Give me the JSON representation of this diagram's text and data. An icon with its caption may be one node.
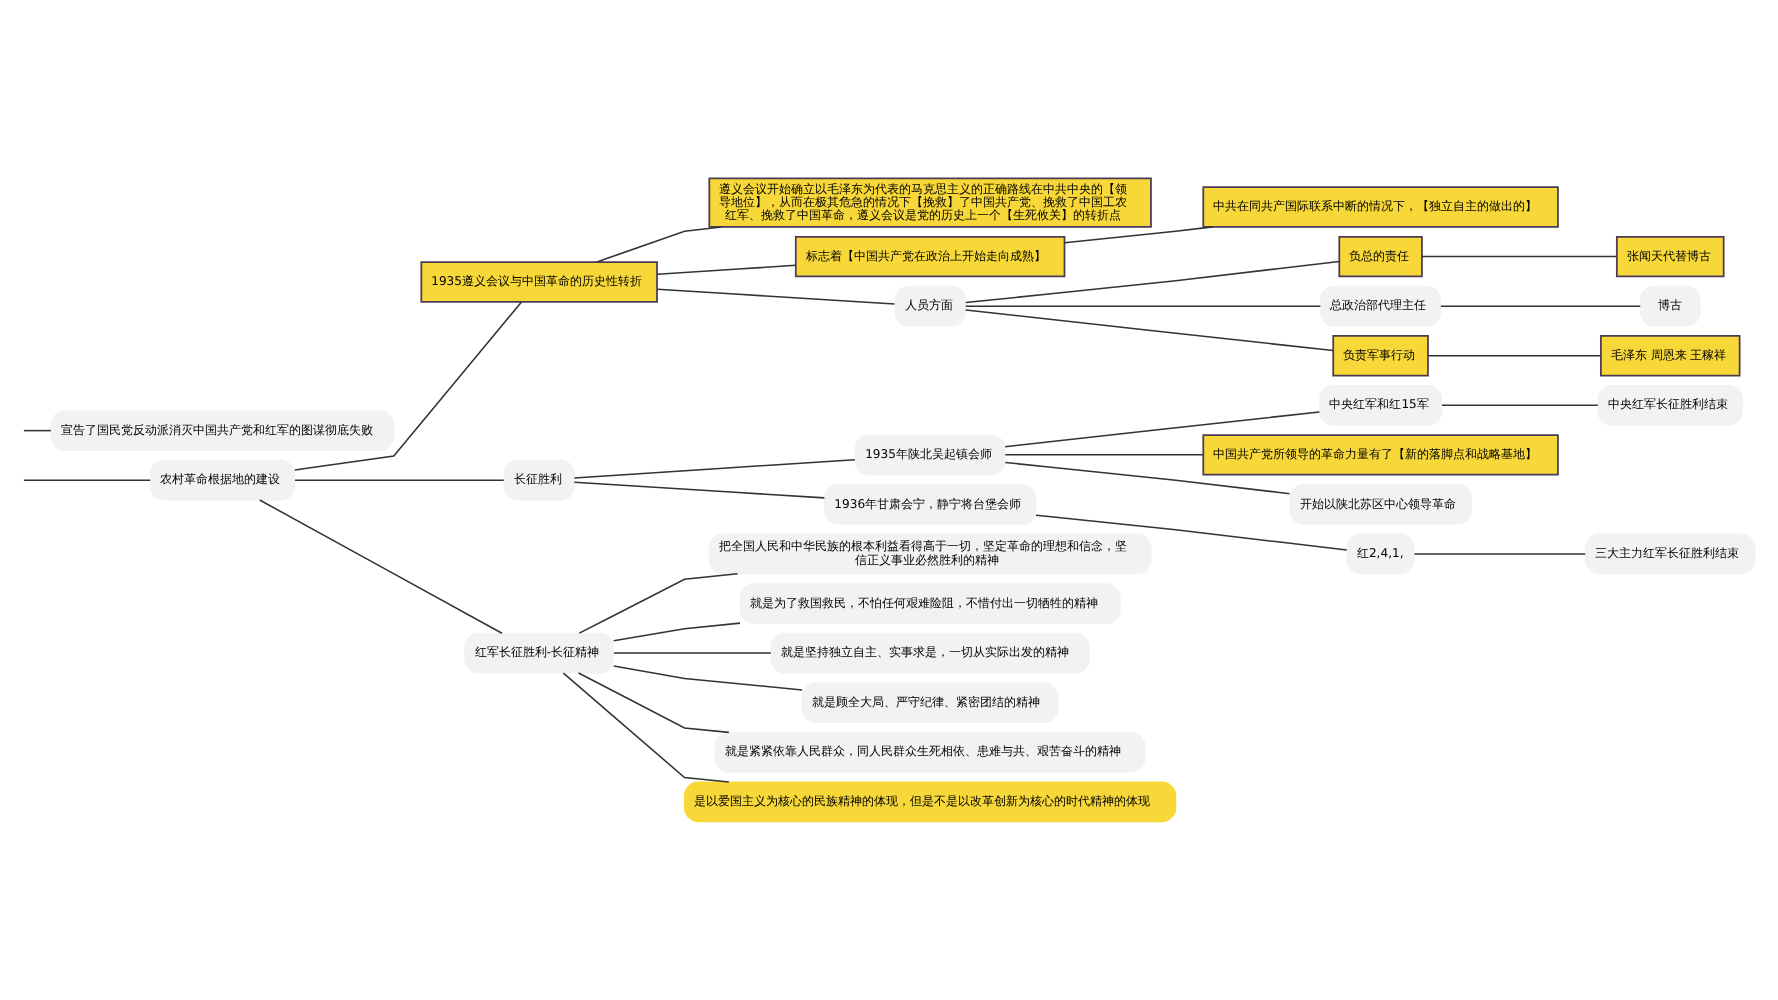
{
  "diagram": {
    "nodes": [
      {
        "text": [
          "农村革命根据地的建设"
        ]
      },
      {
        "text": [
          "1935遵义会议与中国革命的历史性转折"
        ]
      },
      {
        "text": [
          "遵义会议开始确立以毛泽东为代表的马克思主义的正确路线在中共中央的【领导地位】，从而在极其危急的情况下【挽救】了中国共产党、挽救了中国工农红军、挽救了中国革命，遵义会议是党的历史上一个【生死攸关】的转折点"
        ]
      },
      {
        "text": [
          "标志着【中国共产党在政治上开始走向成熟】"
        ]
      },
      {
        "text": [
          "中共在同共产国际联系中断的情况下，【独立自主的做出的】"
        ]
      },
      {
        "text": [
          "人员方面"
        ]
      },
      {
        "text": [
          "负总的责任"
        ]
      },
      {
        "text": [
          "张闻天代替博古"
        ]
      },
      {
        "text": [
          "总政治部代理主任"
        ]
      },
      {
        "text": [
          "博古"
        ]
      },
      {
        "text": [
          "负责军事行动"
        ]
      },
      {
        "text": [
          "毛泽东 周恩来 王稼祥"
        ]
      },
      {
        "text": [
          "长征胜利"
        ]
      },
      {
        "text": [
          "1935年陕北吴起镇会师"
        ]
      },
      {
        "text": [
          "中央红军和红15军"
        ]
      },
      {
        "text": [
          "中央红军长征胜利结束"
        ]
      },
      {
        "text": [
          "中国共产党所领导的革命力量有了【新的落脚点和战略基地】"
        ]
      },
      {
        "text": [
          "开始以陕北苏区中心领导革命"
        ]
      },
      {
        "text": [
          "1936年甘肃会宁，静宁将台堡会师"
        ]
      },
      {
        "text": [
          "红2,4,1,"
        ]
      },
      {
        "text": [
          "三大主力红军长征胜利结束"
        ]
      },
      {
        "text": [
          "红军长征胜利-长征精神"
        ]
      },
      {
        "text": [
          "把全国人民和中华民族的根本利益看得高于一切，坚定革命的理想和信念，坚信正义事业必然胜利的精神"
        ]
      },
      {
        "text": [
          "就是为了救国救民，不怕任何艰难险阻，不惜付出一切牺牲的精神"
        ]
      },
      {
        "text": [
          "就是坚持独立自主、实事求是，一切从实际出发的精神"
        ]
      },
      {
        "text": [
          "就是顾全大局、严守纪律、紧密团结的精神"
        ]
      },
      {
        "text": [
          "就是紧紧依靠人民群众，同人民群众生死相依、患难与共、艰苦奋斗的精神"
        ]
      },
      {
        "text": [
          "是以爱国主义为核心的民族精神的体现，但是不是以改革创新为核心的时代精神的体现"
        ]
      },
      {
        "text": [
          "宣告了国民党反动派消灭中国共产党和红军的图谋彻底失败"
        ]
      }
    ],
    "edges": [
      {
        "from": null,
        "to": 0,
        "arrow": "none"
      },
      {
        "from": 0,
        "to": 1,
        "arrow": "none"
      },
      {
        "from": 0,
        "to": 12,
        "arrow": "none"
      },
      {
        "from": 0,
        "to": 21,
        "arrow": "none"
      },
      {
        "from": 1,
        "to": 2,
        "arrow": "none"
      },
      {
        "from": 1,
        "to": 3,
        "arrow": "none"
      },
      {
        "from": 1,
        "to": 5,
        "arrow": "none"
      },
      {
        "from": 3,
        "to": 4,
        "arrow": "none"
      },
      {
        "from": 5,
        "to": 6,
        "arrow": "none"
      },
      {
        "from": 5,
        "to": 8,
        "arrow": "none"
      },
      {
        "from": 5,
        "to": 10,
        "arrow": "none"
      },
      {
        "from": 6,
        "to": 7,
        "arrow": "none"
      },
      {
        "from": 8,
        "to": 9,
        "arrow": "none"
      },
      {
        "from": 10,
        "to": 11,
        "arrow": "none"
      },
      {
        "from": 12,
        "to": 13,
        "arrow": "none"
      },
      {
        "from": 12,
        "to": 18,
        "arrow": "none"
      },
      {
        "from": 13,
        "to": 14,
        "arrow": "none"
      },
      {
        "from": 13,
        "to": 16,
        "arrow": "none"
      },
      {
        "from": 13,
        "to": 17,
        "arrow": "none"
      },
      {
        "from": 14,
        "to": 15,
        "arrow": "none"
      },
      {
        "from": 18,
        "to": 19,
        "arrow": "none"
      },
      {
        "from": 19,
        "to": 20,
        "arrow": "none"
      },
      {
        "from": 21,
        "to": 22,
        "arrow": "none"
      },
      {
        "from": 21,
        "to": 23,
        "arrow": "none"
      },
      {
        "from": 21,
        "to": 24,
        "arrow": "none"
      },
      {
        "from": 21,
        "to": 25,
        "arrow": "none"
      },
      {
        "from": 21,
        "to": 26,
        "arrow": "none"
      },
      {
        "from": 21,
        "to": 27,
        "arrow": "none"
      },
      {
        "from": null,
        "to": 28,
        "arrow": "none"
      }
    ]
  }
}
